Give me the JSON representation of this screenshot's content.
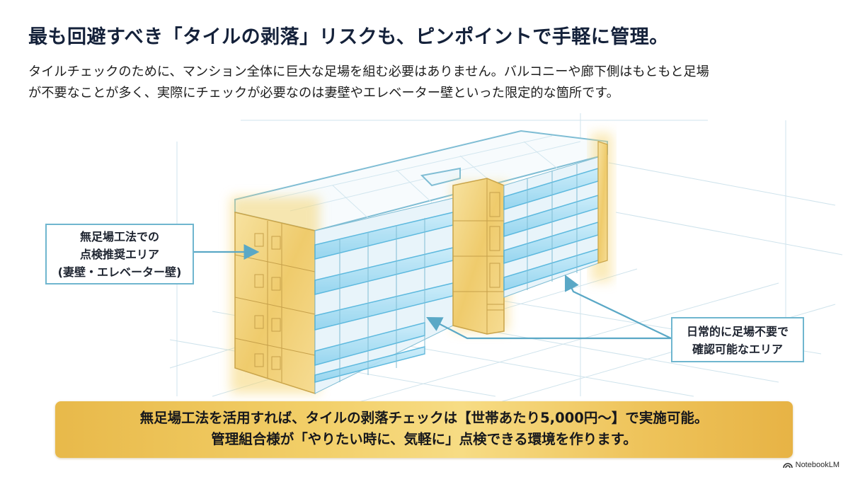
{
  "header": {
    "title": "最も回避すべき「タイルの剥落」リスクも、ピンポイントで手軽に管理。",
    "description_lines": [
      "タイルチェックのために、マンション全体に巨大な足場を組む必要はありません。バルコニーや廊下側はもともと足場",
      "が不要なことが多く、実際にチェックが必要なのは妻壁やエレベーター壁といった限定的な箇所です。"
    ]
  },
  "illustration": {
    "subject": "isometric-apartment-building",
    "highlight_colors": {
      "gold_area": "#f1cf6e",
      "blue_area": "#8fd3ef",
      "line": "#6fb6cf"
    },
    "callouts": {
      "left": {
        "lines": [
          "無足場工法での",
          "点検推奨エリア",
          "(妻壁・エレベーター壁)"
        ]
      },
      "right": {
        "lines": [
          "日常的に足場不要で",
          "確認可能なエリア"
        ]
      }
    }
  },
  "banner": {
    "lines": [
      "無足場工法を活用すれば、タイルの剥落チェックは【世帯あたり5,000円〜】で実施可能。",
      "管理組合様が「やりたい時に、気軽に」点検できる環境を作ります。"
    ],
    "gradient": [
      "#e8b94a",
      "#f7dc84",
      "#e7b345"
    ]
  },
  "watermark": {
    "label": "NotebookLM",
    "icon": "notebooklm-logo-icon"
  }
}
